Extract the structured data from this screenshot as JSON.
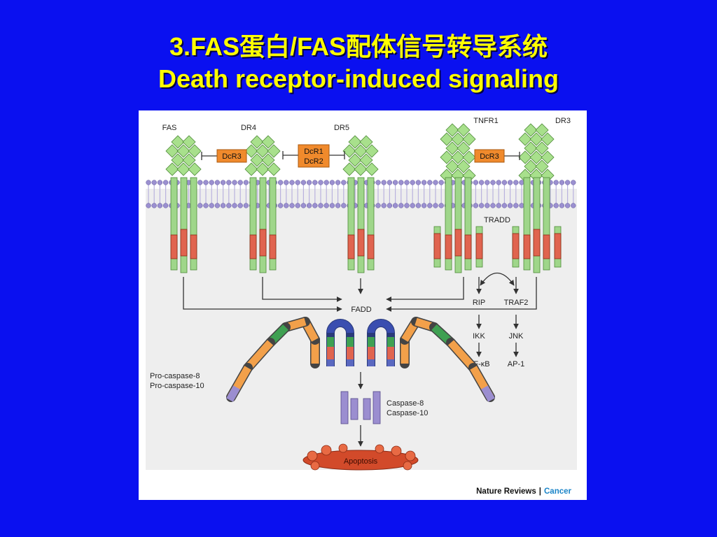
{
  "slide": {
    "title_line1": "3.FAS蛋白/FAS配体信号转导系统",
    "title_line2": "Death receptor-induced signaling"
  },
  "diagram": {
    "receptors": [
      "FAS",
      "DR4",
      "DR5",
      "TNFR1",
      "DR3"
    ],
    "decoys": {
      "dcr3_left": "DcR3",
      "dcr1": "DcR1",
      "dcr2": "DcR2",
      "dcr3_right": "DcR3"
    },
    "adaptors": {
      "tradd": "TRADD",
      "fadd": "FADD",
      "rip": "RIP",
      "traf2": "TRAF2"
    },
    "pathway": {
      "ikk": "IKK",
      "jnk": "JNK",
      "nfkb": "NF-κB",
      "ap1": "AP-1"
    },
    "procaspase": {
      "line1": "Pro-caspase-8",
      "line2": "Pro-caspase-10"
    },
    "caspase": {
      "line1": "Caspase-8",
      "line2": "Caspase-10"
    },
    "outcome": "Apoptosis",
    "credit": {
      "journal": "Nature Reviews",
      "separator": "|",
      "section": "Cancer"
    },
    "colors": {
      "diamond": "#a8e08c",
      "receptor_green": "#9fd68a",
      "receptor_red": "#e0644f",
      "decoy_orange": "#f08a2c",
      "membrane": "#9b90d0",
      "cytoplasm": "#eeeeee",
      "credit_section": "#1a84c8"
    }
  }
}
